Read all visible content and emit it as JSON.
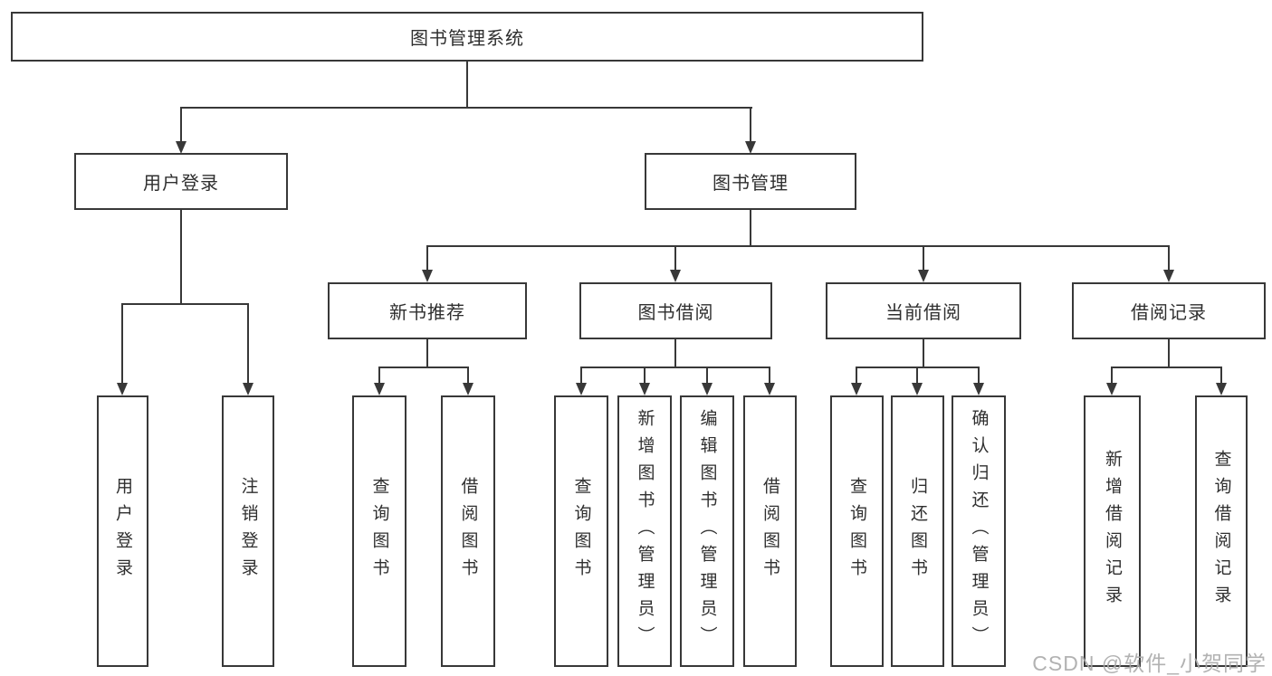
{
  "diagram": {
    "title": "图书管理系统",
    "tree": {
      "root": {
        "label": "图书管理系统"
      },
      "branches": [
        {
          "label": "用户登录",
          "children": [
            {
              "label": "用户登录"
            },
            {
              "label": "注销登录"
            }
          ]
        },
        {
          "label": "图书管理",
          "children": [
            {
              "label": "新书推荐",
              "children": [
                {
                  "label": "查询图书"
                },
                {
                  "label": "借阅图书"
                }
              ]
            },
            {
              "label": "图书借阅",
              "children": [
                {
                  "label": "查询图书"
                },
                {
                  "label": "新增图书（管理员）"
                },
                {
                  "label": "编辑图书（管理员）"
                },
                {
                  "label": "借阅图书"
                }
              ]
            },
            {
              "label": "当前借阅",
              "children": [
                {
                  "label": "查询图书"
                },
                {
                  "label": "归还图书"
                },
                {
                  "label": "确认归还（管理员）"
                }
              ]
            },
            {
              "label": "借阅记录",
              "children": [
                {
                  "label": "新增借阅记录"
                },
                {
                  "label": "查询借阅记录"
                }
              ]
            }
          ]
        }
      ]
    },
    "colors": {
      "line": "#383838",
      "text": "#2f2f2f",
      "background": "#ffffff",
      "watermark": "#aaaaaa"
    }
  },
  "watermark": {
    "text": "CSDN @软件_小贺同学"
  }
}
